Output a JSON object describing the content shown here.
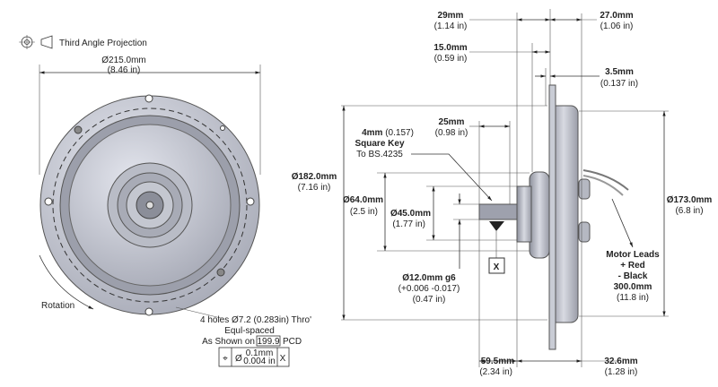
{
  "projection": {
    "label": "Third Angle Projection",
    "icon": "third-angle-projection-icon"
  },
  "front_view": {
    "diameter": {
      "mm": "Ø215.0mm",
      "in": "(8.46 in)"
    },
    "rotation_label": "Rotation",
    "holes_note": {
      "line1": "4 holes Ø7.2 (0.283in) Thro'",
      "line2": "Equl-spaced",
      "line3_prefix": "As Shown on",
      "pcd_value": "199.9",
      "line3_suffix": "PCD"
    },
    "tolerance_frame": {
      "symbol": "⌖",
      "diameter_symbol": "Ø",
      "mm": "0.1mm",
      "in": "0.004 in",
      "datum": "X"
    }
  },
  "side_view": {
    "d29": {
      "mm": "29mm",
      "in": "(1.14 in)"
    },
    "d27": {
      "mm": "27.0mm",
      "in": "(1.06 in)"
    },
    "d15": {
      "mm": "15.0mm",
      "in": "(0.59 in)"
    },
    "d3_5": {
      "mm": "3.5mm",
      "in": "(0.137 in)"
    },
    "d25": {
      "mm": "25mm",
      "in": "(0.98 in)"
    },
    "key": {
      "line1_bold": "4mm",
      "line1_rest": " (0.157)",
      "line2": "Square Key",
      "line3": "To BS.4235"
    },
    "d182": {
      "mm": "Ø182.0mm",
      "in": "(7.16 in)"
    },
    "d64": {
      "mm": "Ø64.0mm",
      "in": "(2.5 in)"
    },
    "d45": {
      "mm": "Ø45.0mm",
      "in": "(1.77 in)"
    },
    "d12": {
      "mm": "Ø12.0mm g6",
      "tol": "(+0.006  -0.017)",
      "in": "(0.47 in)"
    },
    "datum": "X",
    "d173": {
      "mm": "Ø173.0mm",
      "in": "(6.8 in)"
    },
    "leads": {
      "line1": "Motor Leads",
      "line2": "+ Red",
      "line3": "- Black",
      "line4": "300.0mm",
      "line5": "(11.8 in)"
    },
    "d59_5": {
      "mm": "59.5mm",
      "in": "(2.34 in)"
    },
    "d32_6": {
      "mm": "32.6mm",
      "in": "(1.28 in)"
    }
  }
}
